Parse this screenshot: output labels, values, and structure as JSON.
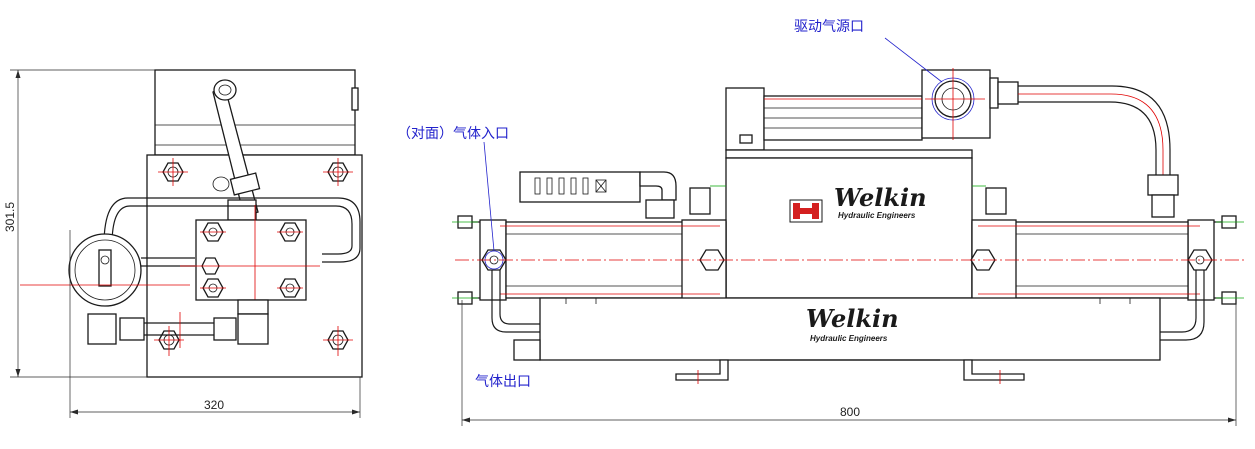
{
  "dimensions": {
    "height_side": "301.5",
    "width_side": "320",
    "length_front": "800"
  },
  "callouts": {
    "drive_air_inlet": "驱动气源口",
    "gas_inlet_opposite": "（对面）气体入口",
    "gas_outlet": "气体出口"
  },
  "branding": {
    "brand_upper": "Welkin",
    "brand_upper_sub": "Hydraulic Engineers",
    "brand_lower": "Welkin",
    "brand_lower_sub": "Hydraulic Engineers"
  },
  "colors": {
    "centerline": "#e00000",
    "leader": "#2222cc",
    "logo_red": "#d42020",
    "marker_green": "#11aa11"
  },
  "icons": {
    "logo": "h-logo-icon"
  }
}
